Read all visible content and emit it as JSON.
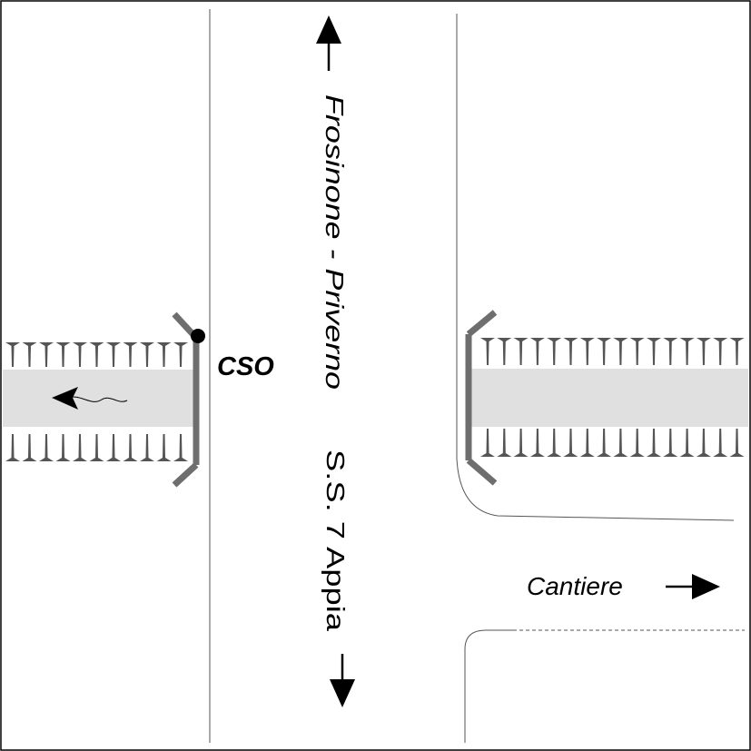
{
  "road_labels": {
    "north": "Frosinone - Priverno",
    "south": "S.S. 7 Appia"
  },
  "point_label": "CSO",
  "side_road_label": "Cantiere",
  "colors": {
    "line": "#555555",
    "dark": "#000000",
    "culvert_fill": "#e0e0e0",
    "headwall": "#6e6e6e",
    "vegetation": "#555555"
  },
  "icons": {
    "north_arrow": "arrow-up-icon",
    "south_arrow": "arrow-down-icon",
    "east_arrow": "arrow-right-icon",
    "flow_arrow": "flow-arrow-icon",
    "point_marker": "point-marker-icon"
  }
}
